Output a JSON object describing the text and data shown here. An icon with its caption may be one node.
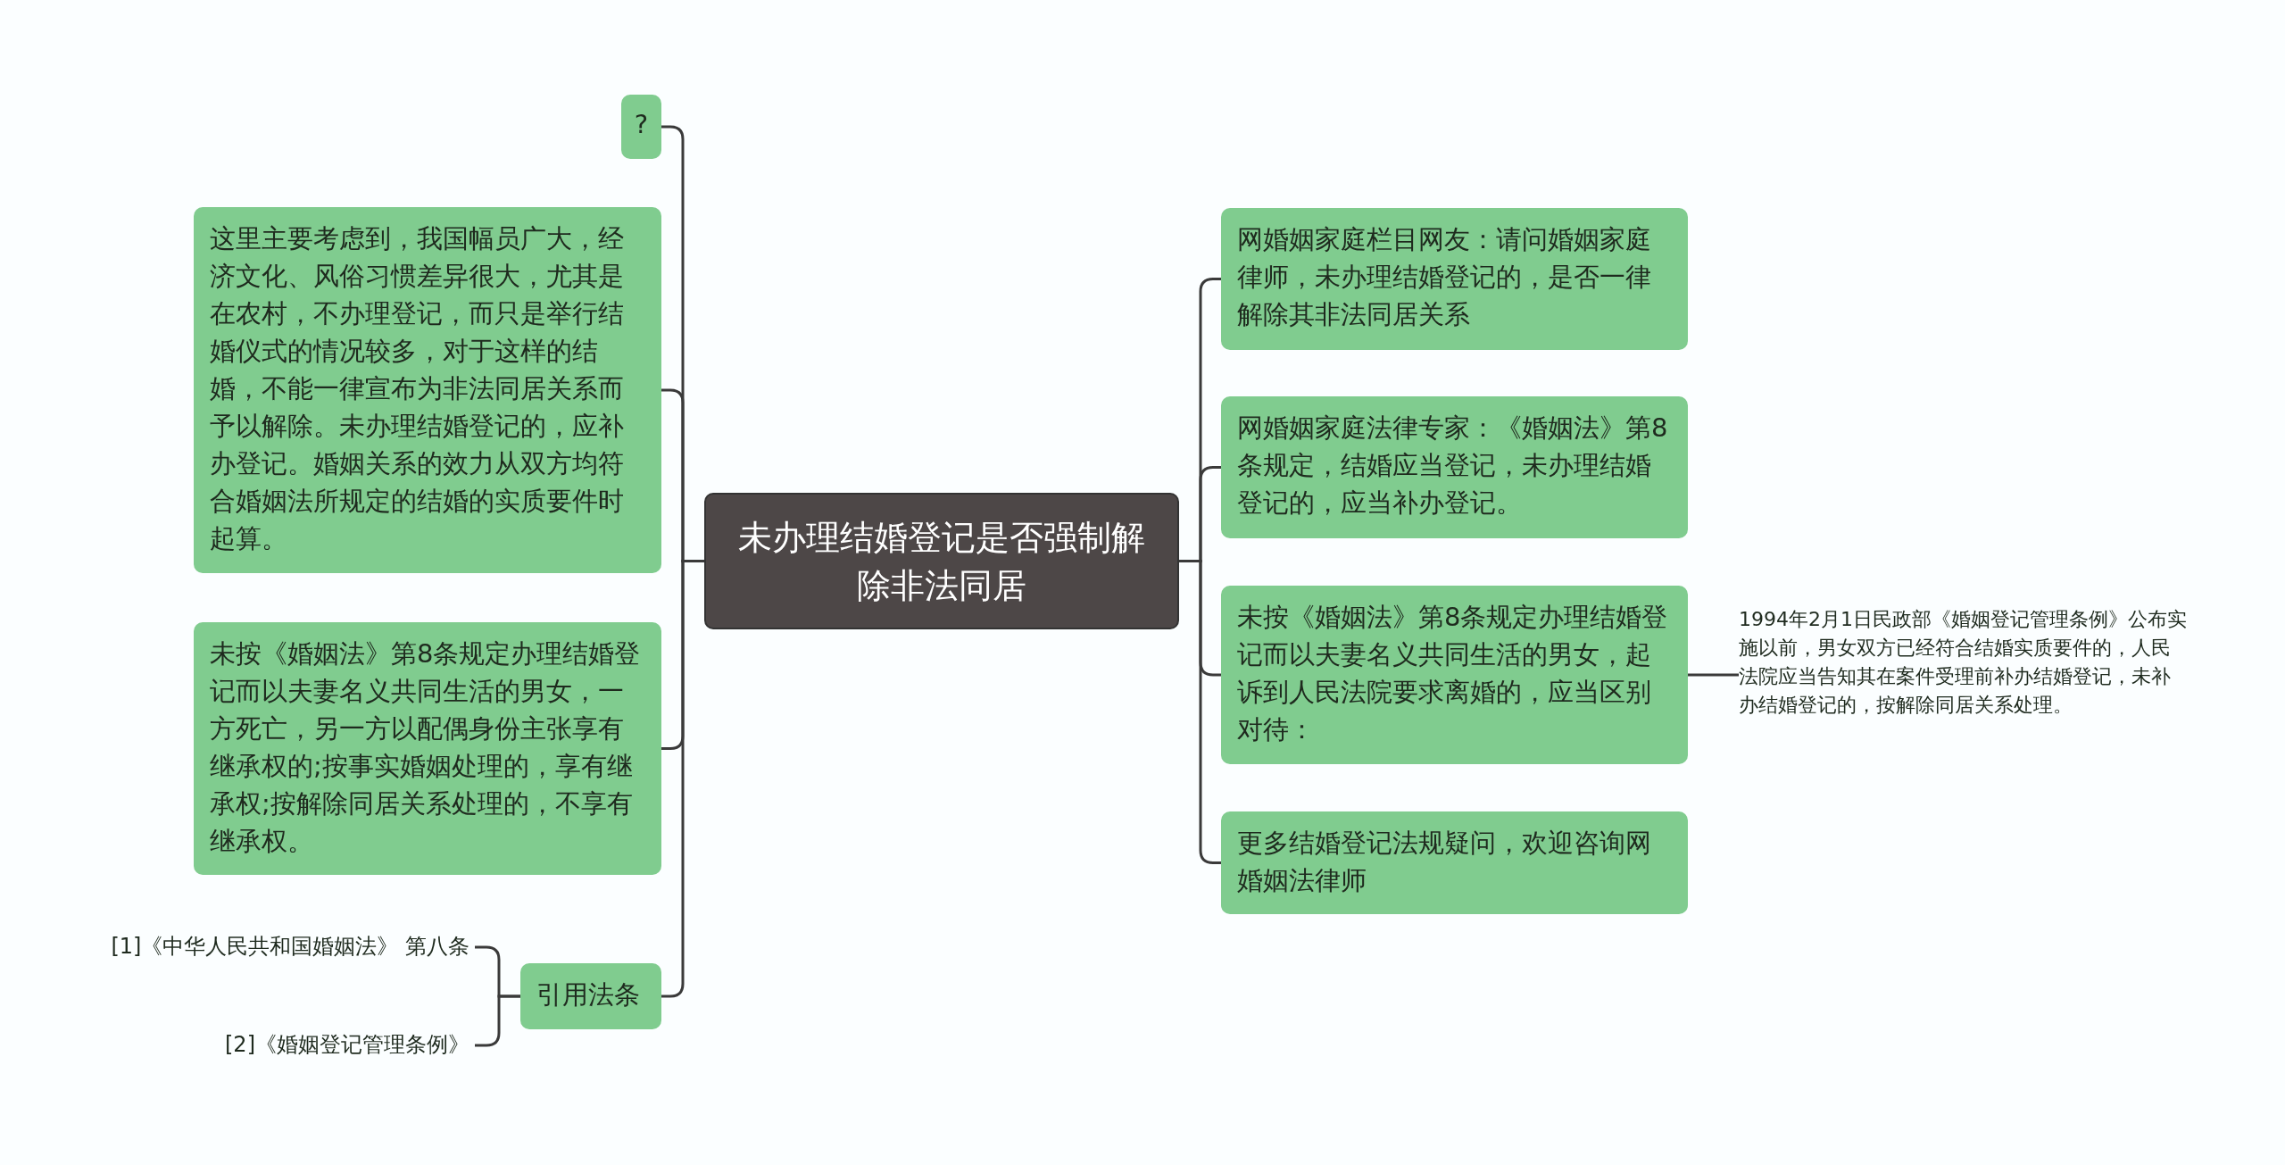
{
  "diagram": {
    "nodes": [
      {
        "text": [
          "未办理结婚登记是否强制解除非法同居"
        ]
      },
      {
        "text": [
          "?"
        ]
      },
      {
        "text": [
          "这里主要考虑到，我国幅员广大，经济文化、风俗习惯差异很大，尤其是在农村，不办理登记，而只是举行结婚仪式的情况较多，对于这样的结婚，不能一律宣布为非法同居关系而予以解除。未办理结婚登记的，应补办登记。婚姻关系的效力从双方均符合婚姻法所规定的结婚的实质要件时起算。"
        ]
      },
      {
        "text": [
          "未按《婚姻法》第8条规定办理结婚登记而以夫妻名义共同生活的男女，一方死亡，另一方以配偶身份主张享有继承权的;按事实婚姻处理的，享有继承权;按解除同居关系处理的，不享有继承权。"
        ]
      },
      {
        "text": [
          "引用法条"
        ]
      },
      {
        "text": [
          "[1]《中华人民共和国婚姻法》 第八条"
        ]
      },
      {
        "text": [
          "[2]《婚姻登记管理条例》"
        ]
      },
      {
        "text": [
          "网婚姻家庭栏目网友：请问婚姻家庭律师，未办理结婚登记的，是否一律解除其非法同居关系"
        ]
      },
      {
        "text": [
          "网婚姻家庭法律专家：《婚姻法》第8条规定，结婚应当登记，未办理结婚登记的，应当补办登记。"
        ]
      },
      {
        "text": [
          "未按《婚姻法》第8条规定办理结婚登记而以夫妻名义共同生活的男女，起诉到人民法院要求离婚的，应当区别对待："
        ]
      },
      {
        "text": [
          "1994年2月1日民政部《婚姻登记管理条例》公布实施以前，男女双方已经符合结婚实质要件的，人民法院应当告知其在案件受理前补办结婚登记，未补办结婚登记的，按解除同居关系处理。"
        ]
      },
      {
        "text": [
          "更多结婚登记法规疑问，欢迎咨询网婚姻法律师"
        ]
      }
    ],
    "edges": [
      {
        "from": 0,
        "to": 1,
        "arrow": "none"
      },
      {
        "from": 0,
        "to": 2,
        "arrow": "none"
      },
      {
        "from": 0,
        "to": 3,
        "arrow": "none"
      },
      {
        "from": 0,
        "to": 4,
        "arrow": "none"
      },
      {
        "from": 4,
        "to": 5,
        "arrow": "none"
      },
      {
        "from": 4,
        "to": 6,
        "arrow": "none"
      },
      {
        "from": 0,
        "to": 7,
        "arrow": "none"
      },
      {
        "from": 0,
        "to": 8,
        "arrow": "none"
      },
      {
        "from": 0,
        "to": 9,
        "arrow": "none"
      },
      {
        "from": 9,
        "to": 10,
        "arrow": "none"
      },
      {
        "from": 0,
        "to": 11,
        "arrow": "none"
      }
    ]
  }
}
